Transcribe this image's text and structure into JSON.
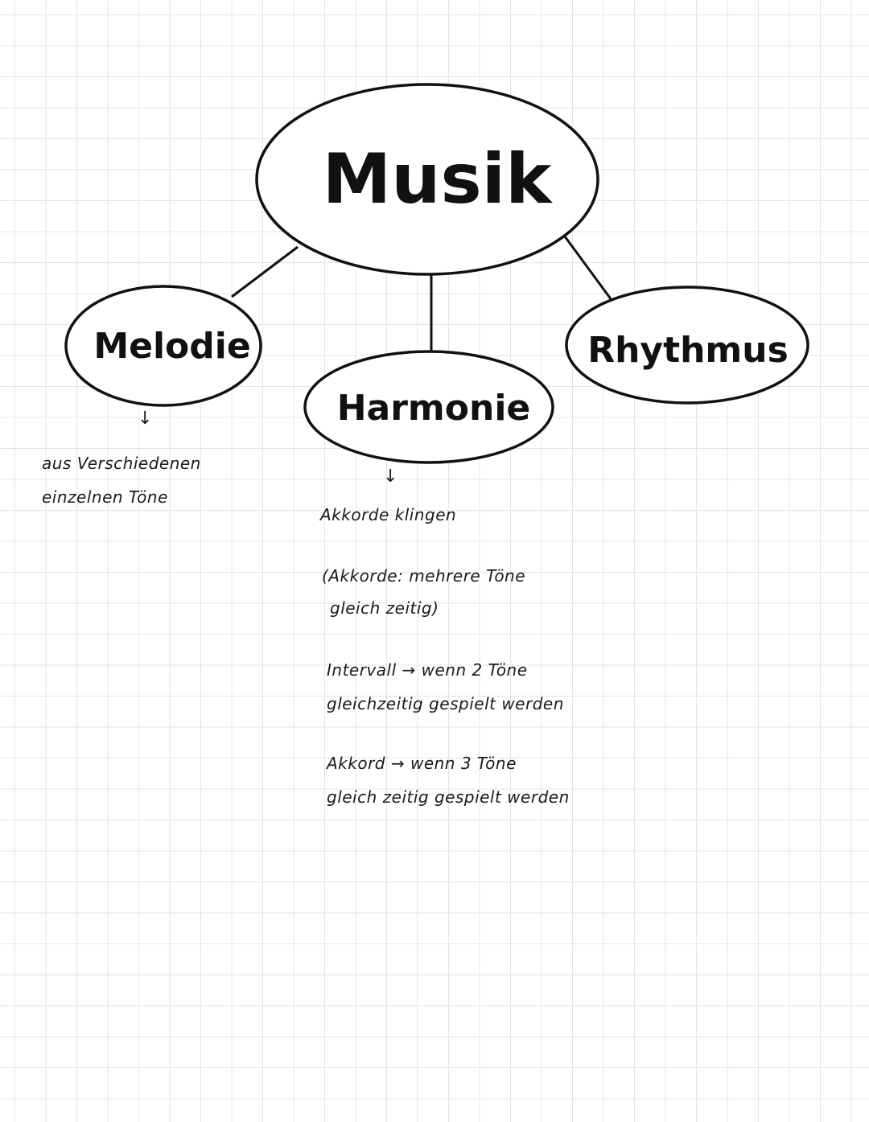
{
  "colors": {
    "ink": "#111111",
    "paper": "#ffffff",
    "grid": "#e4e4e4"
  },
  "diagram": {
    "center": {
      "label": "Musik"
    },
    "branches": [
      {
        "label": "Melodie"
      },
      {
        "label": "Harmonie"
      },
      {
        "label": "Rhythmus"
      }
    ]
  },
  "notes": {
    "melodie": {
      "arrow": "↓",
      "lines": [
        "aus Verschiedenen",
        "einzelnen Töne"
      ]
    },
    "harmonie": {
      "arrow": "↓",
      "definition": "Akkorde klingen",
      "detail_lines": [
        "(Akkorde: mehrere Töne",
        "gleich zeitig)"
      ],
      "intervall_lines": [
        "Intervall → wenn 2 Töne",
        "gleichzeitig gespielt werden"
      ],
      "akkord_lines": [
        "Akkord → wenn 3 Töne",
        "gleich zeitig gespielt werden"
      ]
    }
  }
}
